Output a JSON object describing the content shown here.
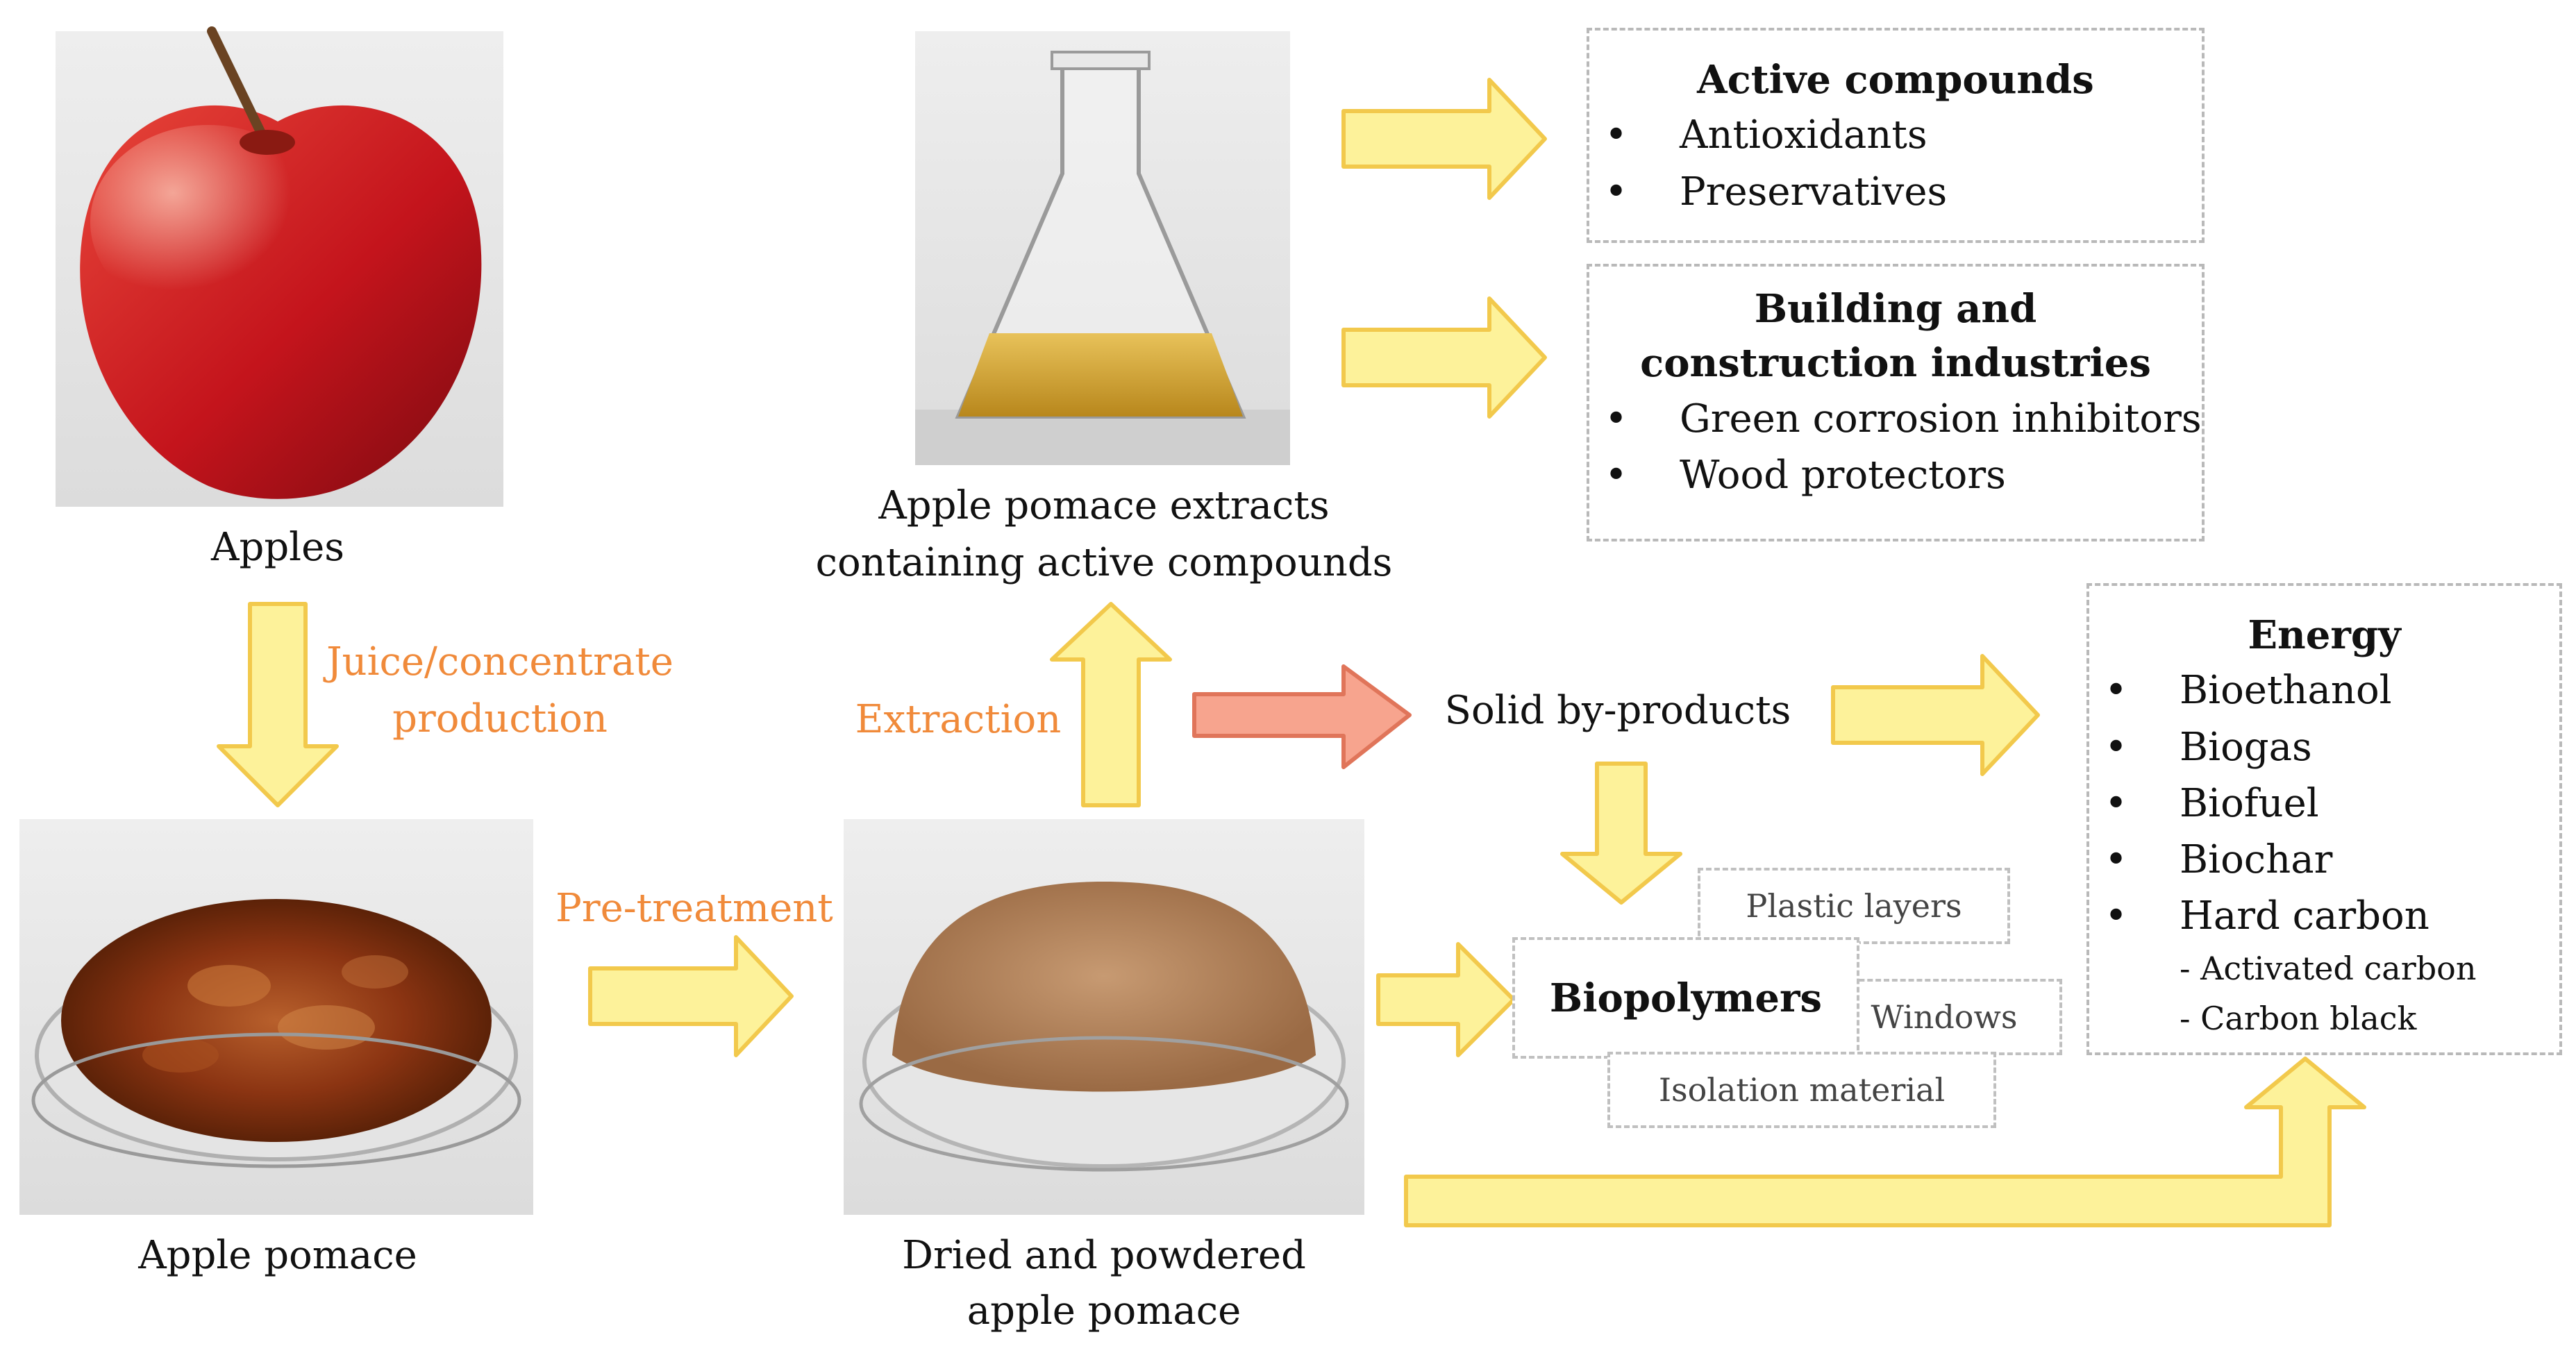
{
  "nodes": {
    "apples": "Apples",
    "apple_pomace": "Apple pomace",
    "dried_line1": "Dried and powdered",
    "dried_line2": "apple pomace",
    "extracts_line1": "Apple pomace extracts",
    "extracts_line2": "containing active compounds",
    "solid_byproducts": "Solid by-products"
  },
  "processes": {
    "juice_line1": "Juice/concentrate",
    "juice_line2": "production",
    "pretreatment": "Pre-treatment",
    "extraction": "Extraction"
  },
  "active_compounds": {
    "title": "Active compounds",
    "items": [
      "Antioxidants",
      "Preservatives"
    ]
  },
  "building": {
    "title_line1": "Building and",
    "title_line2": "construction industries",
    "items": [
      "Green corrosion inhibitors",
      "Wood protectors"
    ]
  },
  "energy": {
    "title": "Energy",
    "items": [
      "Bioethanol",
      "Biogas",
      "Biofuel",
      "Biochar",
      "Hard carbon"
    ],
    "subitems": [
      "- Activated carbon",
      "- Carbon black"
    ]
  },
  "biopolymers": {
    "title": "Biopolymers",
    "tags": [
      "Plastic layers",
      "Windows",
      "Isolation material"
    ]
  },
  "colors": {
    "arrow_fill": "#fdf29a",
    "arrow_stroke": "#f2c94c",
    "arrow_red_fill": "#f7a48e",
    "arrow_red_stroke": "#e0755a",
    "process_text": "#f08a3a"
  }
}
